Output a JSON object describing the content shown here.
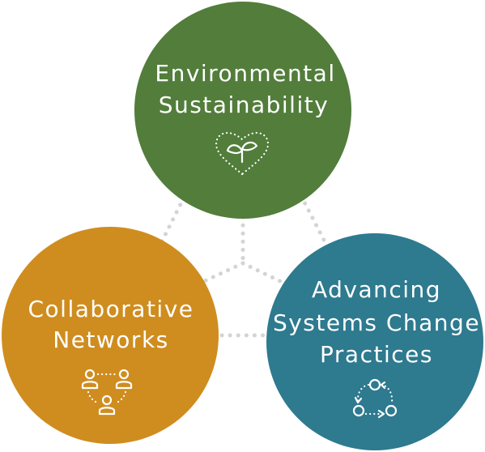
{
  "colors": {
    "environmental": "#527d3b",
    "collaborative": "#cf8d1f",
    "systems": "#2e7a8f",
    "connector": "#d4d4d4"
  },
  "circles": {
    "environmental": {
      "lines": [
        "Environmental",
        "Sustainability"
      ],
      "icon": "heart-sprout-icon"
    },
    "collaborative": {
      "lines": [
        "Collaborative",
        "Networks"
      ],
      "icon": "people-network-icon"
    },
    "systems": {
      "lines": [
        "Advancing",
        "Systems Change",
        "Practices"
      ],
      "icon": "cycle-icon"
    }
  }
}
